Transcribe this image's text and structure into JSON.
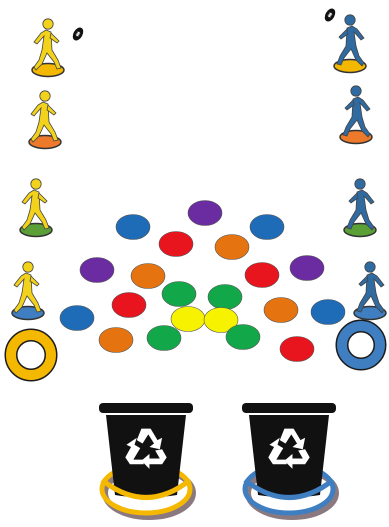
{
  "colors": {
    "yellow_team": "#f2d21a",
    "blue_team": "#2f6aa0",
    "gold": "#f5b800",
    "dot_blue": "#1e6bb8",
    "dot_purple": "#6a2ca0",
    "dot_red": "#e8141e",
    "dot_orange": "#e5730f",
    "dot_green": "#12a84a",
    "dot_yellow": "#f6f200",
    "base_orange": "#ec7a2a",
    "base_green": "#5aa036",
    "base_blue": "#3f7ec0",
    "bin": "#111111",
    "recycle_symbol": "#ffffff"
  },
  "icons": {
    "player": "running-person-icon",
    "football": "football-icon",
    "recycle": "recycle-icon",
    "bin": "recycling-bin-icon",
    "ring": "ring-icon"
  },
  "left_team_bases": [
    "gold",
    "base_orange",
    "base_green",
    "base_blue"
  ],
  "right_team_bases": [
    "gold",
    "base_orange",
    "base_green",
    "base_blue"
  ],
  "dot_colors_row_order": [
    "dot_purple",
    "dot_blue",
    "dot_blue",
    "dot_red",
    "dot_orange",
    "dot_purple",
    "dot_orange",
    "dot_red",
    "dot_purple",
    "dot_green",
    "dot_green",
    "dot_blue",
    "dot_red",
    "dot_orange",
    "dot_blue",
    "dot_yellow",
    "dot_yellow",
    "dot_orange",
    "dot_green",
    "dot_green",
    "dot_red"
  ]
}
